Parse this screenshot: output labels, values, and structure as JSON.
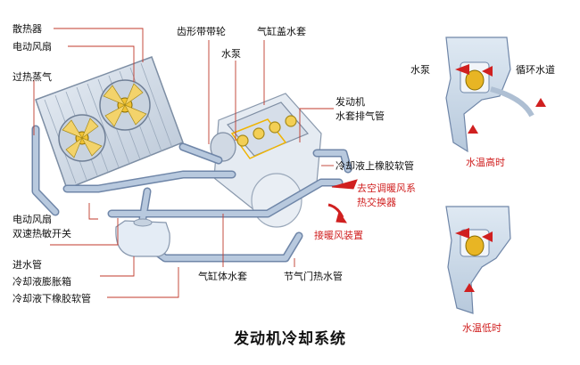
{
  "title": "发动机冷却系统",
  "labels": {
    "radiator": "散热器",
    "fan_top": "电动风扇",
    "steam": "过热蒸气",
    "belt": "齿形带带轮",
    "head_jacket": "气缸盖水套",
    "pump": "水泵",
    "vent_pipe_1": "发动机",
    "vent_pipe_2": "水套排气管",
    "upper_hose": "冷却液上橡胶软管",
    "to_heater_1": "去空调暖风系",
    "to_heater_2": "热交换器",
    "from_heater": "接暖风装置",
    "fan_bottom_1": "电动风扇",
    "fan_bottom_2": "双速热敏开关",
    "inlet_pipe": "进水管",
    "tank": "冷却液膨胀箱",
    "lower_hose": "冷却液下橡胶软管",
    "block_jacket": "气缸体水套",
    "throttle": "节气门热水管"
  },
  "insets": {
    "top_pump": "水泵",
    "top_channel": "循环水道",
    "top_caption": "水温高时",
    "bottom_caption": "水温低时"
  },
  "colors": {
    "pipe": "#9fb4cf",
    "pipe_edge": "#6f86a8",
    "red": "#d02020",
    "leader": "#c0392b"
  }
}
